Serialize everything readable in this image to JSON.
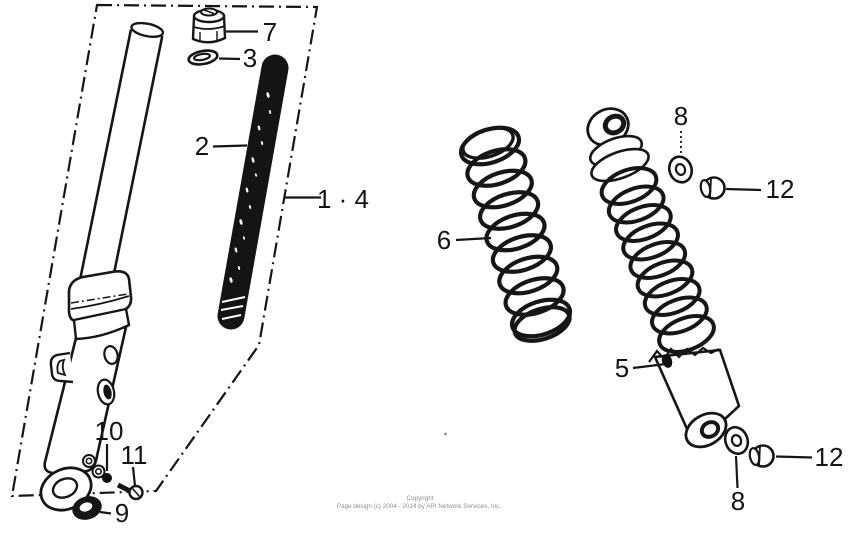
{
  "diagram": {
    "description": "Exploded parts diagram of motorcycle front fork and rear shock absorber",
    "background_color": "#ffffff",
    "line_color": "#161616"
  },
  "callouts": {
    "fork_assembly": "1 · 4",
    "fork_spring": "2",
    "o_ring": "3",
    "shock_absorber": "5",
    "rear_spring": "6",
    "fork_bolt": "7",
    "washer_top": "8",
    "washer_bottom": "8",
    "oil_seal": "9",
    "drain_bolt": "10",
    "bolt": "11",
    "cap_nut_top": "12",
    "cap_nut_bottom": "12"
  },
  "footer": {
    "line1": "Copyright",
    "line2": "Page design (c) 2004 - 2014 by ARI Network Services, Inc."
  }
}
